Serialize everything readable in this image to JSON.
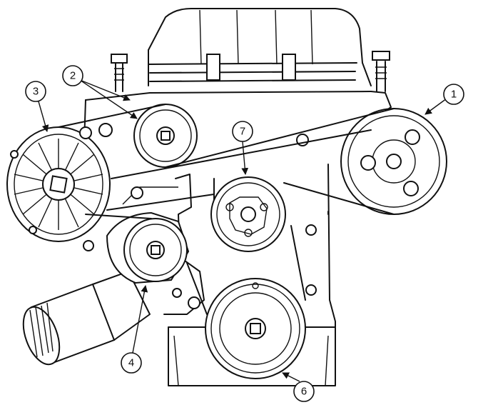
{
  "callouts": [
    {
      "id": "1",
      "label": "1"
    },
    {
      "id": "2",
      "label": "2"
    },
    {
      "id": "3",
      "label": "3"
    },
    {
      "id": "4",
      "label": "4"
    },
    {
      "id": "6",
      "label": "6"
    },
    {
      "id": "7",
      "label": "7"
    }
  ]
}
